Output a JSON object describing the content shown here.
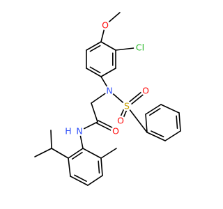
{
  "atoms": {
    "O_methoxy": {
      "label": "O",
      "color": "#ff0d0d"
    },
    "Cl": {
      "label": "Cl",
      "color": "#1fb51f"
    },
    "N_sulfonamide": {
      "label": "N",
      "color": "#3050f8"
    },
    "S": {
      "label": "S",
      "color": "#c8a000"
    },
    "O_sulfonyl_1": {
      "label": "O",
      "color": "#ff0d0d"
    },
    "O_sulfonyl_2": {
      "label": "O",
      "color": "#ff0d0d"
    },
    "N_amide": {
      "label": "N",
      "color": "#3050f8"
    },
    "H_amide": {
      "label": "H",
      "color": "#3050f8"
    },
    "O_amide": {
      "label": "O",
      "color": "#ff0d0d"
    }
  }
}
